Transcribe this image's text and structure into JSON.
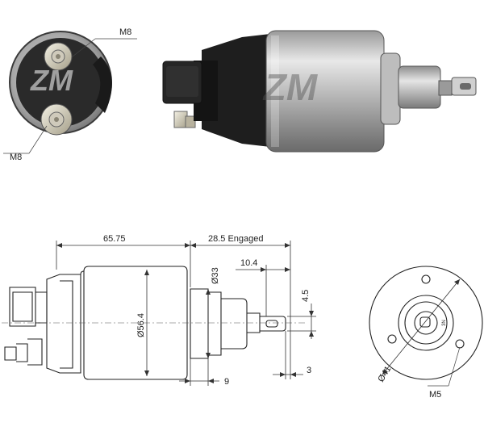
{
  "photo_labels": {
    "top_terminal": "M8",
    "bottom_terminal": "M8"
  },
  "logo_text": "ZM",
  "dimensions": {
    "overall_length": "65.75",
    "engaged_stroke": "28.5 Engaged",
    "end_offset": "10.4",
    "slot_width": "4.5",
    "plunger_diameter": "Ø33",
    "body_diameter": "Ø56.4",
    "bottom_left": "9",
    "bottom_right": "3"
  },
  "end_view": {
    "bolt_circle": "Ø41",
    "mount_thread": "M5",
    "marking": "3N"
  }
}
